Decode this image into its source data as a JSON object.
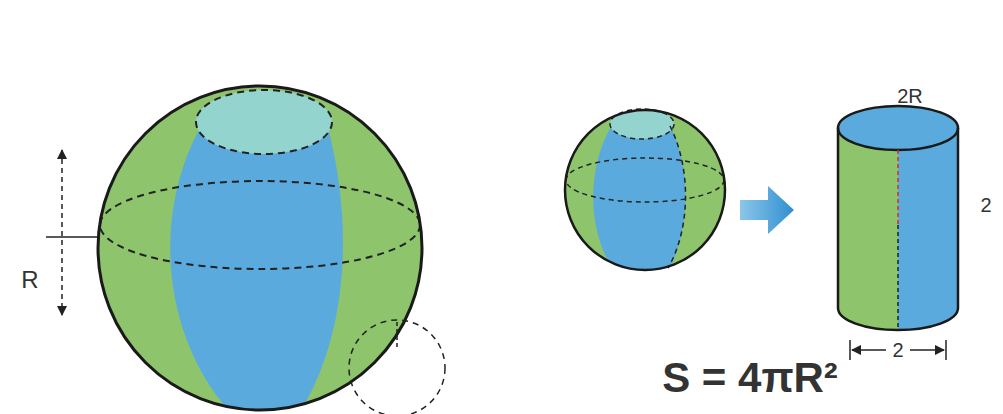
{
  "diagram": {
    "labels": [
      "R",
      "2R",
      "2",
      "2",
      "S = 4πR²"
    ]
  }
}
